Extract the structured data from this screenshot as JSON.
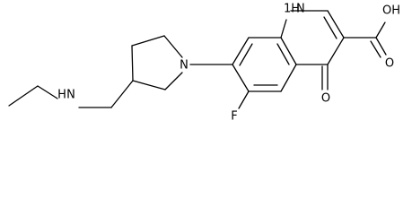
{
  "structure": {
    "atoms": {
      "nh_ring": "1H",
      "nh_ring_n": "N",
      "cooh": "OH",
      "carboxyl_o": "O",
      "keto_o": "O",
      "fluorine": "F",
      "pyrrolidine_n": "N",
      "amine": "H",
      "amine_n": "N"
    }
  },
  "colors": {
    "bond": "#000000",
    "label": "#000000",
    "background": "#ffffff"
  }
}
